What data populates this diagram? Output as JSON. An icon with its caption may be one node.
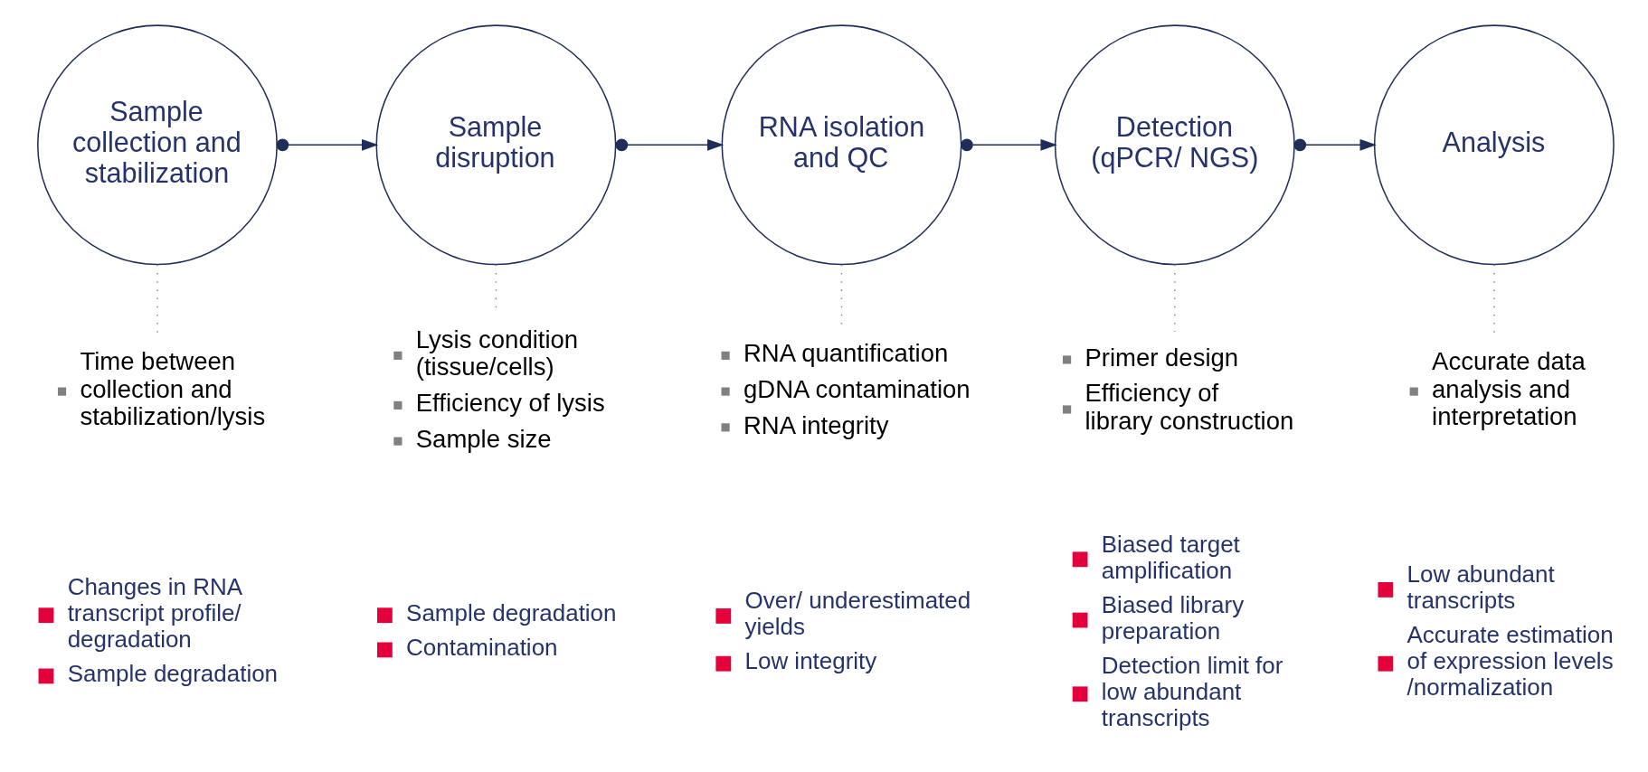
{
  "diagram": {
    "nodes": [
      {
        "text": [
          "Sample collection and stabilization"
        ]
      },
      {
        "text": [
          "Sample disruption"
        ]
      },
      {
        "text": [
          "RNA isolation and QC"
        ]
      },
      {
        "text": [
          "Detection (qPCR/ NGS)"
        ]
      },
      {
        "text": [
          "Analysis"
        ]
      },
      {
        "text": [
          "Time between collection and stabilization/lysis"
        ],
        "beside": [
          "Changes in RNA transcript profile/ degradation",
          "Sample degradation"
        ]
      },
      {
        "text": [
          "Lysis condition (tissue/cells)",
          "Efficiency of lysis",
          "Sample size"
        ],
        "beside": [
          "Sample degradation",
          "Contamination"
        ]
      },
      {
        "text": [
          "RNA quantification",
          "gDNA contamination",
          "RNA integrity"
        ],
        "beside": [
          "Over/ underestimated yields",
          "Low integrity"
        ]
      },
      {
        "text": [
          "Primer design",
          "Efficiency of library construction"
        ],
        "beside": [
          "Biased target amplification",
          "Biased library preparation",
          "Detection limit for low abundant transcripts"
        ]
      },
      {
        "text": [
          "Accurate data analysis and interpretation"
        ],
        "beside": [
          "Low abundant transcripts",
          "Accurate estimation of expression levels /normalization"
        ]
      }
    ],
    "edges": [
      {
        "from": 0,
        "to": 1,
        "arrow": "to",
        "color": "#1f2d5a"
      },
      {
        "from": 1,
        "to": 2,
        "arrow": "to",
        "color": "#1f2d5a"
      },
      {
        "from": 2,
        "to": 3,
        "arrow": "to",
        "color": "#1f2d5a"
      },
      {
        "from": 3,
        "to": 4,
        "arrow": "to",
        "color": "#1f2d5a"
      },
      {
        "from": 0,
        "to": 5,
        "arrow": "none",
        "style": "dashed"
      },
      {
        "from": 1,
        "to": 6,
        "arrow": "none",
        "style": "dashed"
      },
      {
        "from": 2,
        "to": 7,
        "arrow": "none",
        "style": "dashed"
      },
      {
        "from": 3,
        "to": 8,
        "arrow": "none",
        "style": "dashed"
      },
      {
        "from": 4,
        "to": 9,
        "arrow": "none",
        "style": "dashed"
      }
    ]
  }
}
